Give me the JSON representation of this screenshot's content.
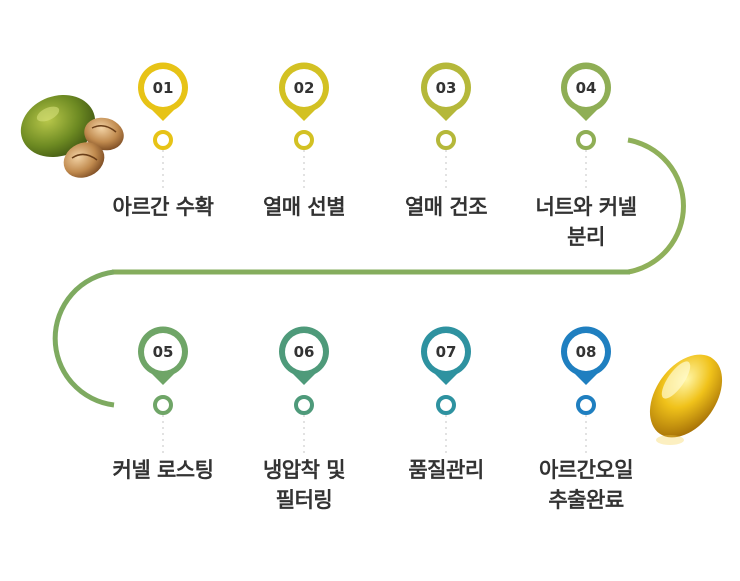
{
  "steps": [
    {
      "number": "01",
      "lines": [
        "아르간 수확"
      ],
      "color": "#e7c316"
    },
    {
      "number": "02",
      "lines": [
        "열매 선별"
      ],
      "color": "#d3c123"
    },
    {
      "number": "03",
      "lines": [
        "열매 건조"
      ],
      "color": "#b5b83a"
    },
    {
      "number": "04",
      "lines": [
        "너트와 커넬",
        "분리"
      ],
      "color": "#8fae55"
    },
    {
      "number": "05",
      "lines": [
        "커넬 로스팅"
      ],
      "color": "#6fa567"
    },
    {
      "number": "06",
      "lines": [
        "냉압착 및",
        "필터링"
      ],
      "color": "#4e9a7a"
    },
    {
      "number": "07",
      "lines": [
        "품질관리"
      ],
      "color": "#2e92a0"
    },
    {
      "number": "08",
      "lines": [
        "아르간오일",
        "추출완료"
      ],
      "color": "#1f7fc0"
    }
  ],
  "images": {
    "start": "argan-fruit",
    "end": "oil-capsule"
  }
}
